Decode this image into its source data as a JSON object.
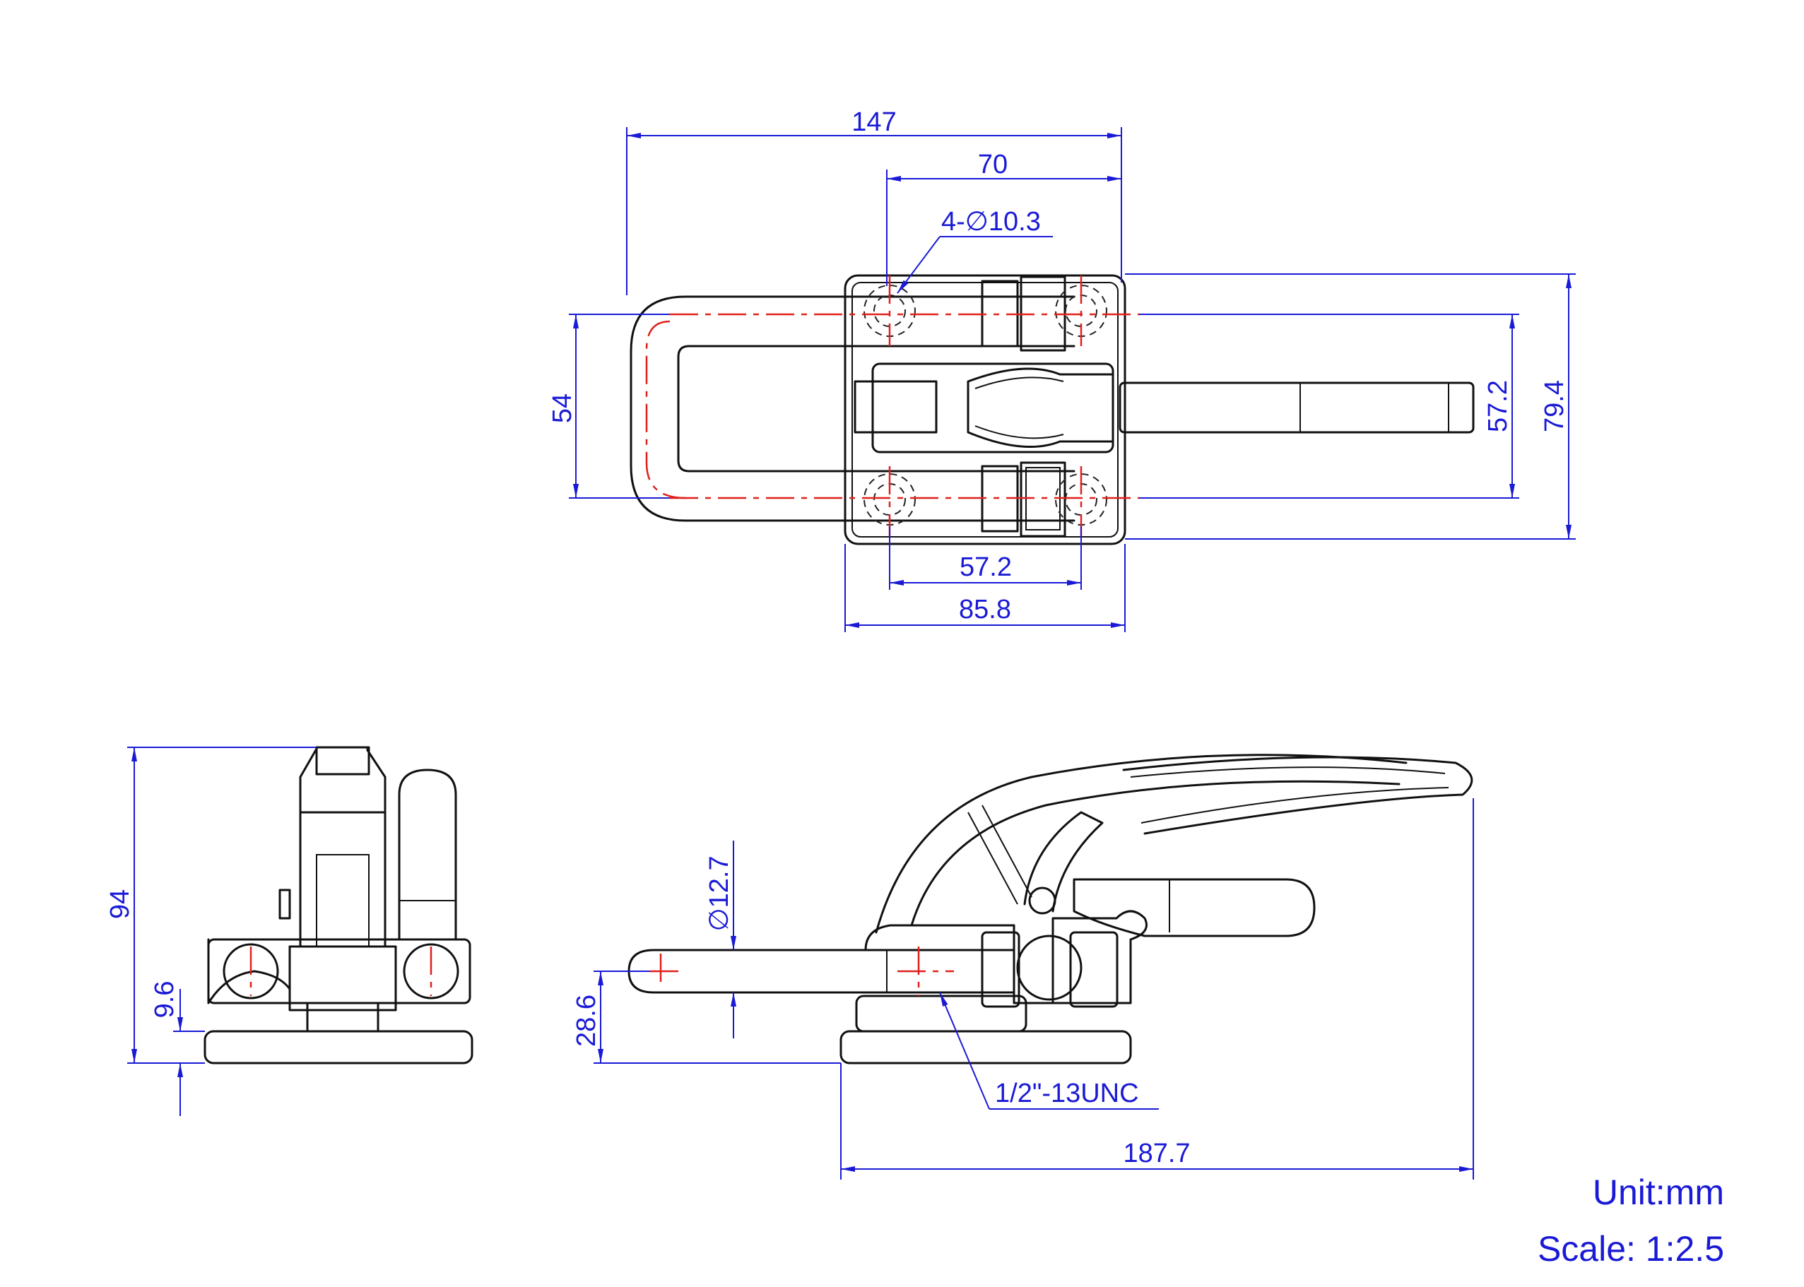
{
  "dimensions": {
    "top_view": {
      "overall_width": "147",
      "hole_span": "70",
      "hole_callout": "4-∅10.3",
      "u_bar_height": "54",
      "center_height": "57.2",
      "overall_height": "79.4",
      "base_hole_span": "57.2",
      "base_width": "85.8"
    },
    "end_view": {
      "overall_height": "94",
      "base_thickness": "9.6"
    },
    "side_view": {
      "rod_diameter": "∅12.7",
      "rod_height": "28.6",
      "thread_callout": "1/2\"-13UNC",
      "overall_length": "187.7"
    }
  },
  "notes": {
    "unit": "Unit:mm",
    "scale": "Scale: 1:2.5"
  },
  "colors": {
    "dimension": "#1a1ad6",
    "centerline": "#e0201c",
    "outline": "#111111"
  }
}
